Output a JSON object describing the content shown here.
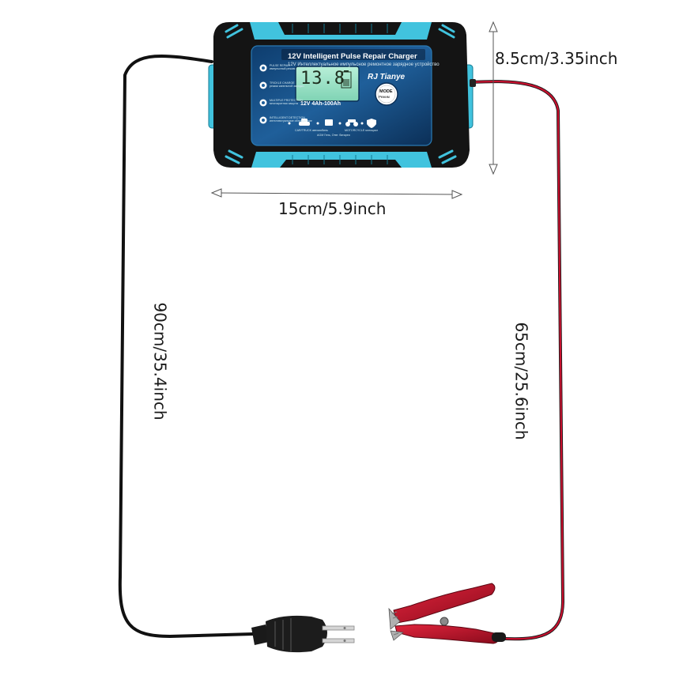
{
  "dimensions": {
    "height": "8.5cm/3.35inch",
    "width": "15cm/5.9inch",
    "left_cable": "90cm/35.4inch",
    "right_cable": "65cm/25.6inch"
  },
  "charger": {
    "title": "12V Intelligent Pulse Repair Charger",
    "subtitle": "12V Интеллектуальное импульсное ремонтное зарядное устройство",
    "lcd_value": "13.8",
    "range": "12V  4Ah-100Ah",
    "brand": "RJ Tianye",
    "mode_button": "MODE",
    "mode_sub": "Режим",
    "features": [
      {
        "en": "PULSE REPAIR",
        "ru": "импульсный режим"
      },
      {
        "en": "TRICKLE CHARGE",
        "ru": "режим капельной зарядки"
      },
      {
        "en": "MULTIPLE PROTECTION",
        "ru": "многократная защита"
      },
      {
        "en": "INTELLIGENT DETECTION",
        "ru": "интеллектуальное обнаружение"
      }
    ],
    "vehicles": [
      {
        "en": "CAR/TRUCK",
        "ru": "автомобиль"
      },
      {
        "en": "AGM",
        "ru": "Гель, Отвт. батарея"
      },
      {
        "en": "MOTORCYCLE",
        "ru": "мотоцикл"
      }
    ]
  },
  "colors": {
    "accent": "#41c3de",
    "body": "#141414",
    "panel": "#1a4f86",
    "lcd": "#9adfc4",
    "red_cable": "#c8102e",
    "black_cable": "#111111"
  },
  "icons": [
    "ac-plug-icon",
    "alligator-clip-icon",
    "mode-button-icon",
    "car-icon",
    "battery-icon",
    "motorcycle-icon"
  ]
}
